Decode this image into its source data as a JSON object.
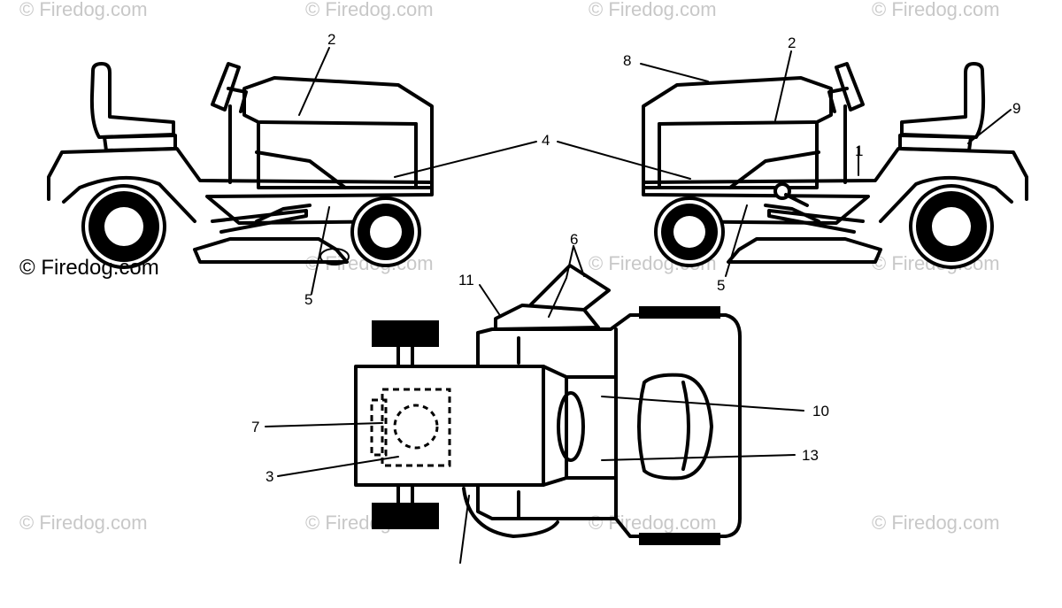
{
  "watermark_text": "© Firedog.com",
  "corner_watermark_text": "© Firedog.com",
  "callouts": {
    "n1": "1",
    "n2a": "2",
    "n2b": "2",
    "n3": "3",
    "n4": "4",
    "n5a": "5",
    "n5b": "5",
    "n6": "6",
    "n7": "7",
    "n8": "8",
    "n9": "9",
    "n10": "10",
    "n11": "11",
    "n13": "13"
  }
}
